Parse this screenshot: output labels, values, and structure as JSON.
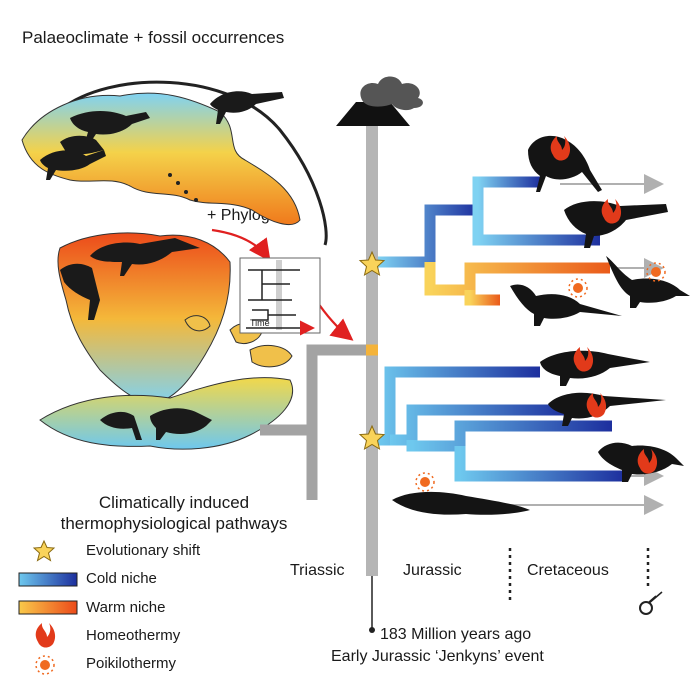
{
  "header": {
    "title": "Palaeoclimate + fossil occurrences"
  },
  "phylogeny": {
    "label": "+ Phylogeny",
    "axis_label": "Time"
  },
  "legend": {
    "title_line1": "Climatically induced",
    "title_line2": "thermophysiological pathways",
    "items": [
      {
        "label": "Evolutionary shift",
        "icon": "star-icon"
      },
      {
        "label": "Cold niche",
        "icon": "cold-gradient-bar"
      },
      {
        "label": "Warm niche",
        "icon": "warm-gradient-bar"
      },
      {
        "label": "Homeothermy",
        "icon": "flame-icon"
      },
      {
        "label": "Poikilothermy",
        "icon": "sun-dot-icon"
      }
    ]
  },
  "periods": [
    "Triassic",
    "Jurassic",
    "Cretaceous"
  ],
  "event": {
    "line1": "183 Million years ago",
    "line2": "Early Jurassic ‘Jenkyns’ event"
  },
  "colors": {
    "cold_dark": "#1d2f9e",
    "cold_light": "#6ec8ee",
    "warm_orange": "#f07a1c",
    "warm_yellow": "#f8c94a",
    "gray": "#a6a6a6",
    "red_arrow": "#e02020"
  }
}
